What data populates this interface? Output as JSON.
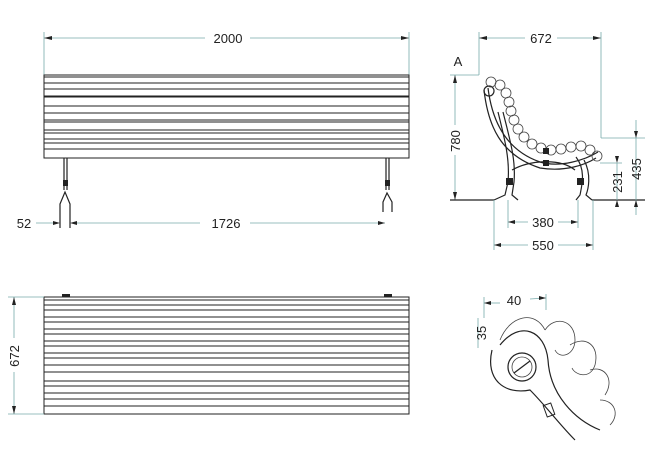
{
  "title": "Bench technical drawing",
  "front_view": {
    "width_label": "2000",
    "leg_width_label": "52",
    "leg_spacing_label": "1726"
  },
  "side_view": {
    "section_label": "A",
    "depth_label": "672",
    "height_label": "780",
    "seat_height_label": "435",
    "armrest_offset_label": "231",
    "inner_feet_label": "380",
    "outer_feet_label": "550"
  },
  "top_view": {
    "depth_label": "672"
  },
  "detail_view": {
    "width_label": "40",
    "height_label": "35"
  },
  "colors": {
    "line": "#222222",
    "dimension": "#77aaaa"
  }
}
